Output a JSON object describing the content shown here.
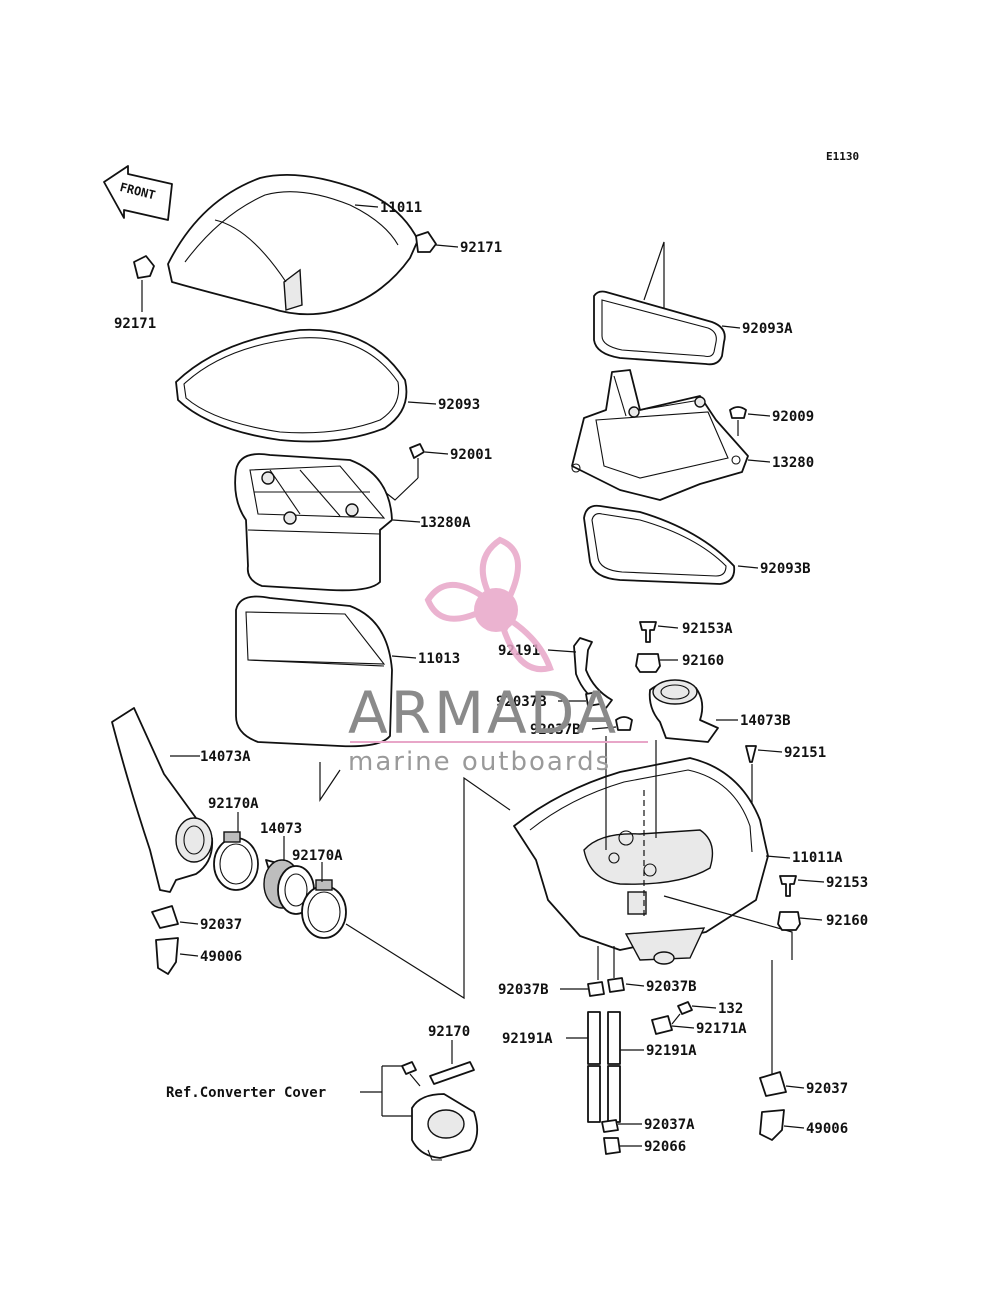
{
  "diagram_code": "E1130",
  "front_label": "FRONT",
  "watermark": {
    "brand": "ARMADA",
    "tagline": "marine outboards",
    "logo_color": "#e8a6c8"
  },
  "reference_note": "Ref.Converter Cover",
  "callouts": {
    "p11011": "11011",
    "p92171_left": "92171",
    "p92171_right": "92171",
    "p92093": "92093",
    "p92001": "92001",
    "p13280A": "13280A",
    "p11013": "11013",
    "p14073A": "14073A",
    "p92170A_left": "92170A",
    "p14073": "14073",
    "p92170A_right": "92170A",
    "p92037_left": "92037",
    "p49006_left": "49006",
    "p92093A": "92093A",
    "p92009": "92009",
    "p13280": "13280",
    "p92093B": "92093B",
    "p92153A": "92153A",
    "p92160_top": "92160",
    "p92191": "92191",
    "p92037B_1": "92037B",
    "p92037B_2": "92037B",
    "p14073B": "14073B",
    "p92151": "92151",
    "p11011A": "11011A",
    "p92153": "92153",
    "p92160_bottom": "92160",
    "p92037B_3": "92037B",
    "p92037B_4": "92037B",
    "p132": "132",
    "p92171A": "92171A",
    "p92191A_left": "92191A",
    "p92191A_right": "92191A",
    "p92170": "92170",
    "p92037_right": "92037",
    "p92037A": "92037A",
    "p92066": "92066",
    "p49006_right": "49006"
  }
}
